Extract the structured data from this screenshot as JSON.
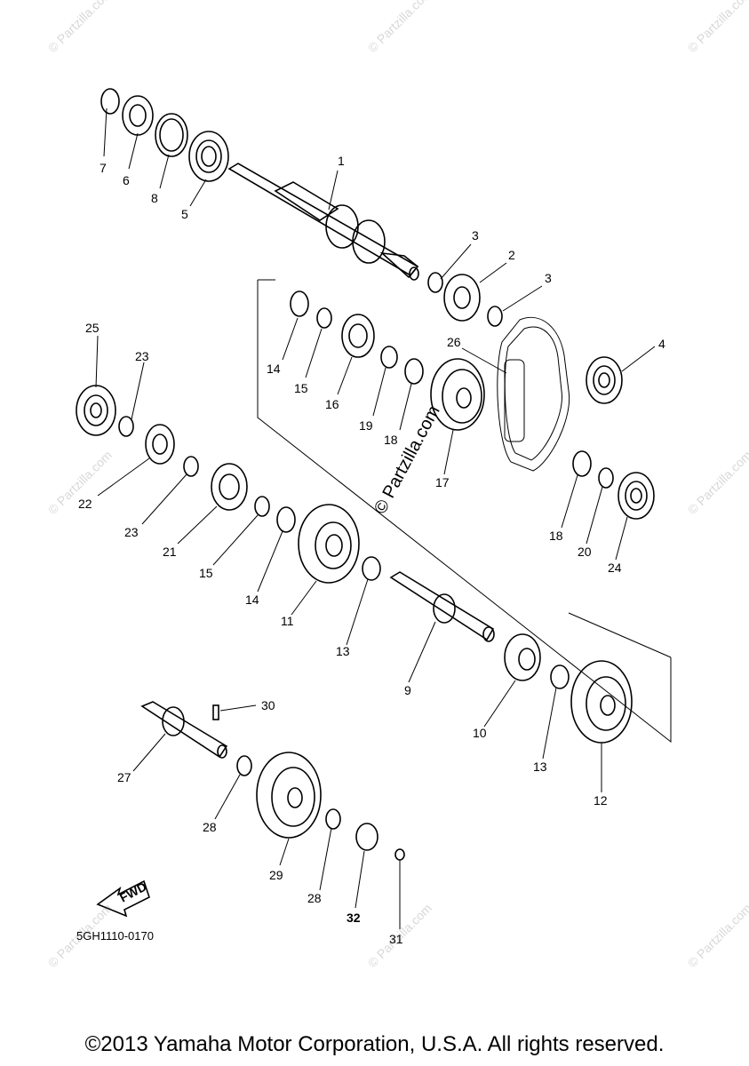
{
  "diagram": {
    "part_numbers": [
      "1",
      "2",
      "3",
      "3",
      "4",
      "5",
      "6",
      "7",
      "8",
      "9",
      "10",
      "11",
      "12",
      "13",
      "13",
      "14",
      "14",
      "15",
      "15",
      "16",
      "17",
      "18",
      "18",
      "19",
      "20",
      "21",
      "22",
      "23",
      "23",
      "24",
      "25",
      "26",
      "27",
      "28",
      "28",
      "29",
      "30",
      "31",
      "32"
    ],
    "diagram_code": "5GH1110-0170",
    "fwd_label": "FWD",
    "center_watermark": "© Partzilla.com",
    "watermark_text": "© Partzilla.com"
  },
  "footer": {
    "copyright": "©2013 Yamaha Motor Corporation, U.S.A. All rights reserved."
  },
  "colors": {
    "line": "#000000",
    "watermark": "#d8d8d8",
    "background": "#ffffff"
  }
}
